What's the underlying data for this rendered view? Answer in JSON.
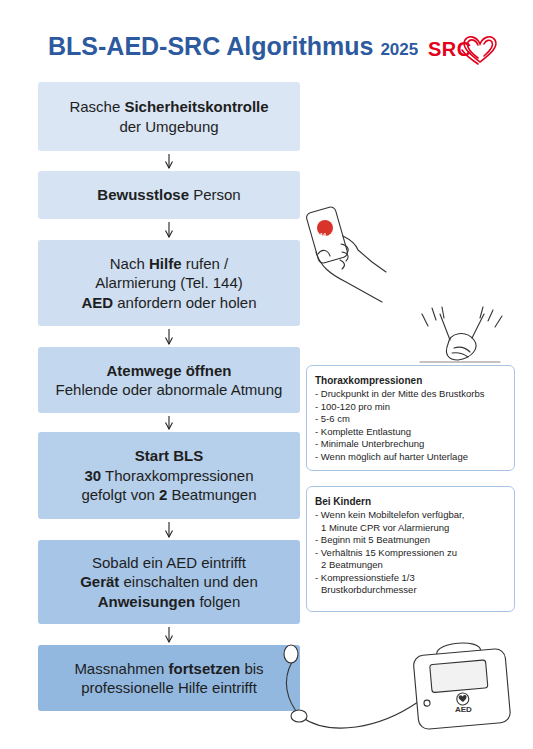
{
  "diagram": {
    "title": "BLS-AED-SRC Algorithmus 2025",
    "nodes": [
      {
        "text": [
          "Rasche Sicherheitskontrolle der Umgebung"
        ]
      },
      {
        "text": [
          "Bewusstlose Person"
        ]
      },
      {
        "text": [
          "Nach Hilfe rufen / Alarmierung (Tel. 144) AED anfordern oder holen"
        ]
      },
      {
        "text": [
          "Atemwege öffnen",
          "Fehlende oder abnormale Atmung"
        ]
      },
      {
        "text": [
          "Start BLS",
          "30 Thoraxkompressionen gefolgt von 2 Beatmungen"
        ]
      },
      {
        "text": [
          "Sobald ein AED eintrifft Gerät einschalten und den Anweisungen folgen"
        ]
      },
      {
        "text": [
          "Massnahmen fortsetzen bis professionelle Hilfe eintrifft"
        ]
      },
      {
        "text": [
          "Thoraxkompressionen",
          "- Druckpunkt in der Mitte des Brustkorbs",
          "- 100-120 pro min",
          "- 5-6 cm",
          "- Komplette Entlastung",
          "- Minimale Unterbrechung",
          "- Wenn möglich auf harter Unterlage"
        ]
      },
      {
        "text": [
          "Bei Kindern",
          "- Wenn kein Mobiltelefon verfügbar, 1 Minute CPR vor Alarmierung",
          "- Beginn mit 5 Beatmungen",
          "- Verhältnis 15 Kompressionen zu 2 Beatmungen",
          "- Kompressionstiefe 1/3 Brustkorbdurchmesser"
        ]
      }
    ],
    "edges": [
      {
        "from": 0,
        "to": 1,
        "arrow": "to"
      },
      {
        "from": 1,
        "to": 2,
        "arrow": "to"
      },
      {
        "from": 2,
        "to": 3,
        "arrow": "to"
      },
      {
        "from": 3,
        "to": 4,
        "arrow": "to"
      },
      {
        "from": 4,
        "to": 5,
        "arrow": "to"
      },
      {
        "from": 5,
        "to": 6,
        "arrow": "to"
      }
    ],
    "labels": [
      "SRC",
      "144",
      "AED"
    ]
  }
}
